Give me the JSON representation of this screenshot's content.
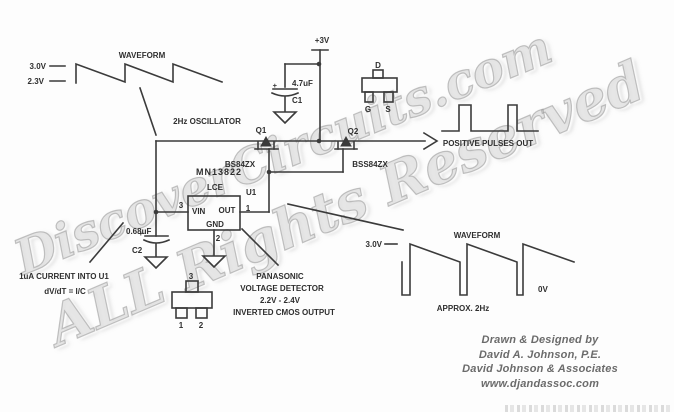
{
  "watermark": {
    "line1": "DiscoverCircuits.com",
    "line2": "ALL Rights Reserved"
  },
  "top_waveform": {
    "title": "WAVEFORM",
    "high": "3.0V",
    "low": "2.3V"
  },
  "oscillator": {
    "label": "2Hz OSCILLATOR"
  },
  "power": {
    "label": "+3V"
  },
  "c1": {
    "value": "4.7uF",
    "ref": "C1",
    "polarity": "+"
  },
  "c2": {
    "value": "0.68uF",
    "ref": "C2",
    "polarity": "+"
  },
  "q1": {
    "ref": "Q1",
    "part": "BS84ZX"
  },
  "q2": {
    "ref": "Q2",
    "part": "BSS84ZX"
  },
  "u1": {
    "part": "MN13822",
    "grade": "LCE",
    "ref": "U1",
    "pin_vin": "VIN",
    "pin_out": "OUT",
    "pin_gnd": "GND",
    "num1": "1",
    "num2": "2",
    "num3": "3"
  },
  "package_top": {
    "d": "D",
    "g": "G",
    "s": "S"
  },
  "package_bottom": {
    "p1": "1",
    "p2": "2",
    "p3": "3"
  },
  "notes": {
    "current": "1uA CURRENT INTO U1",
    "formula": "dV/dT = I/C",
    "detector1": "PANASONIC",
    "detector2": "VOLTAGE DETECTOR",
    "detector3": "2.2V - 2.4V",
    "detector4": "INVERTED CMOS OUTPUT"
  },
  "output": {
    "label": "POSITIVE PULSES OUT"
  },
  "bottom_waveform": {
    "title": "WAVEFORM",
    "high": "3.0V",
    "low": "0V",
    "freq": "APPROX. 2Hz"
  },
  "credits": {
    "line1": "Drawn & Designed by",
    "line2": "David A. Johnson, P.E.",
    "line3": "David Johnson & Associates",
    "line4": "www.djandassoc.com"
  }
}
